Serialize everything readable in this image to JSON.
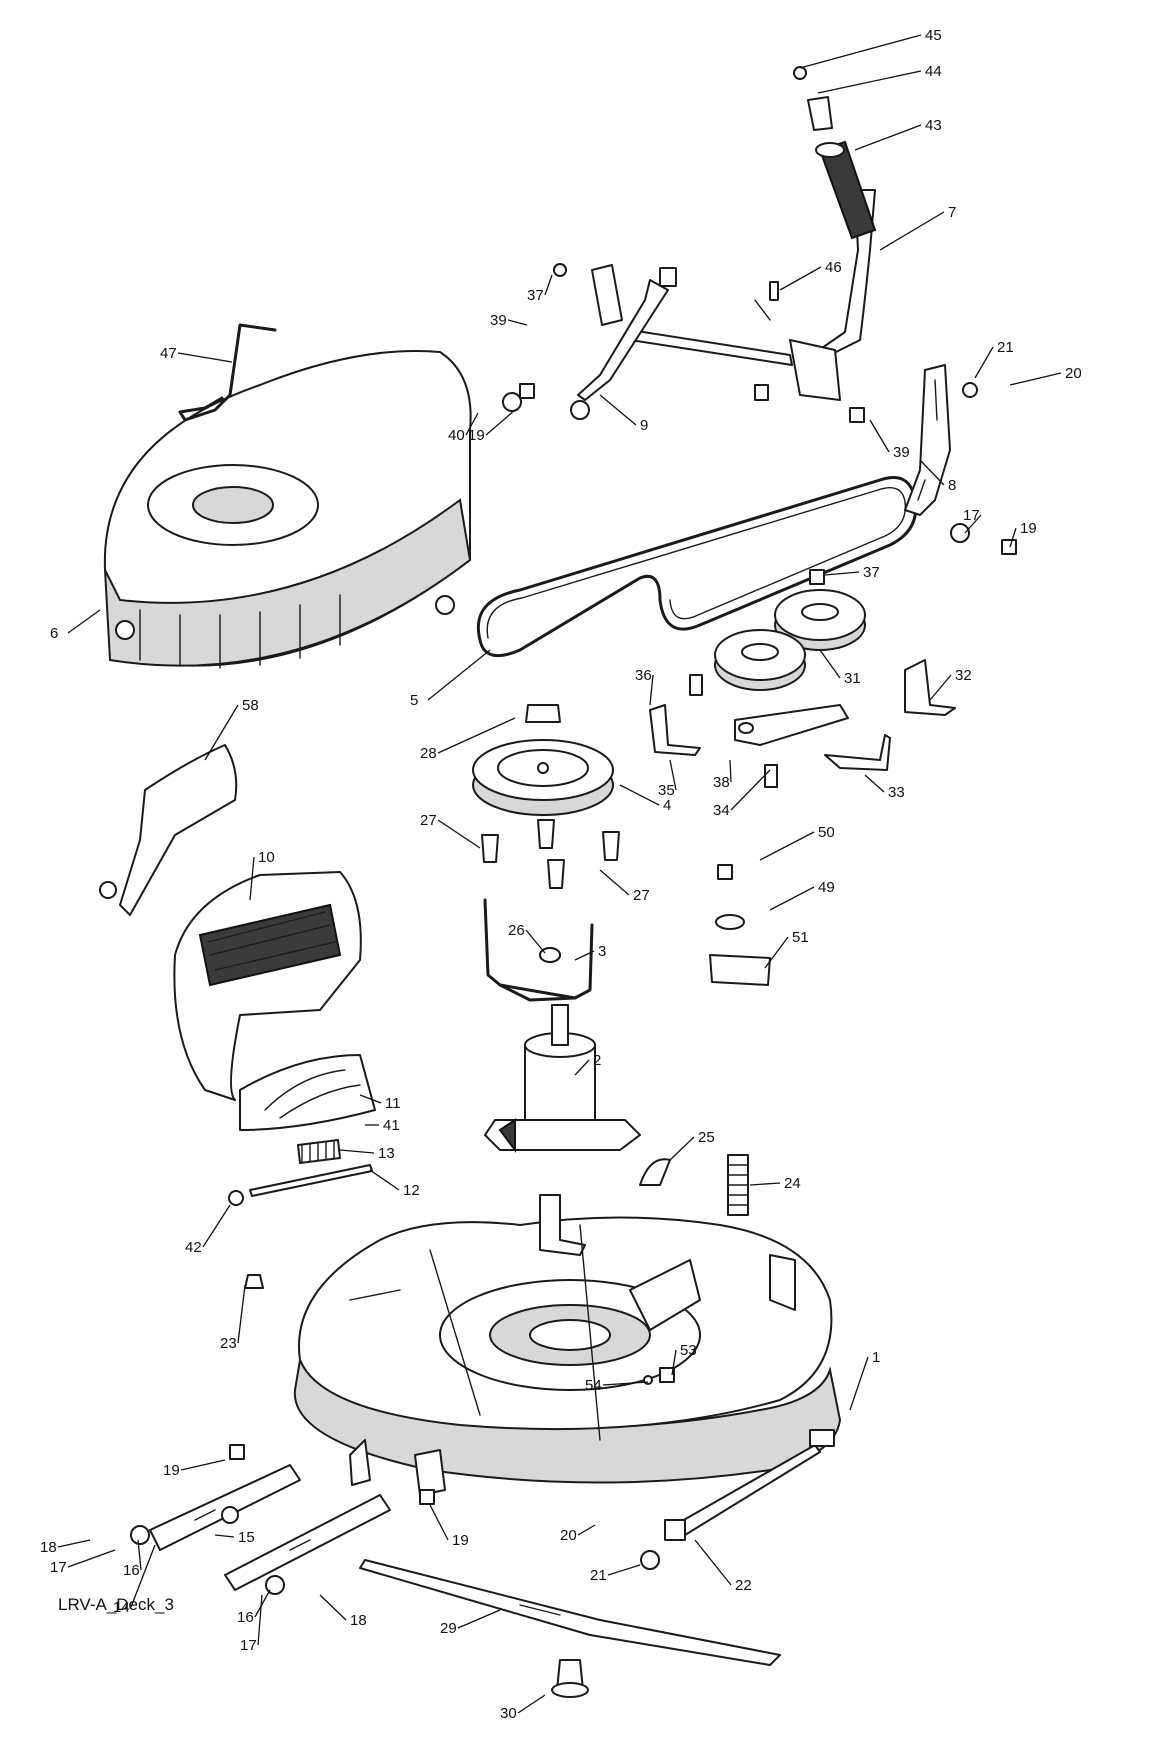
{
  "diagram_title": "LRV-A_Deck_3",
  "callouts": [
    "1",
    "2",
    "3",
    "4",
    "5",
    "6",
    "7",
    "8",
    "9",
    "10",
    "11",
    "12",
    "13",
    "14",
    "15",
    "16",
    "16",
    "17",
    "17",
    "17",
    "18",
    "18",
    "19",
    "19",
    "19",
    "19",
    "20",
    "20",
    "21",
    "21",
    "22",
    "23",
    "24",
    "25",
    "26",
    "27",
    "27",
    "28",
    "29",
    "30",
    "31",
    "32",
    "33",
    "34",
    "35",
    "36",
    "37",
    "37",
    "38",
    "39",
    "39",
    "40",
    "41",
    "42",
    "43",
    "44",
    "45",
    "46",
    "47",
    "49",
    "50",
    "51",
    "53",
    "54",
    "58"
  ]
}
